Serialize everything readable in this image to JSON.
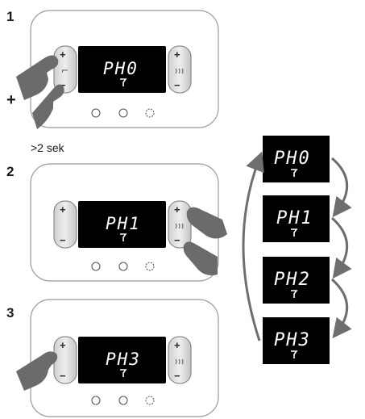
{
  "steps": [
    {
      "number": "1",
      "display": "PH0"
    },
    {
      "number": "2",
      "display": "PH1"
    },
    {
      "number": "3",
      "display": "PH3"
    }
  ],
  "combo_plus": "+",
  "hold_label": ">2 sek",
  "button_plus": "+",
  "button_minus": "−",
  "cycle": [
    {
      "display": "PH0"
    },
    {
      "display": "PH1"
    },
    {
      "display": "PH2"
    },
    {
      "display": "PH3"
    }
  ],
  "icons": [
    "faucet-icon",
    "radiator-icon",
    "power-icon",
    "clock-icon",
    "gear-icon"
  ],
  "colors": {
    "display_bg": "#000000",
    "display_text": "#ffffff",
    "arrow": "#6e6e6e",
    "hand": "#6b6b6b",
    "panel_border": "#9a9a9a"
  }
}
